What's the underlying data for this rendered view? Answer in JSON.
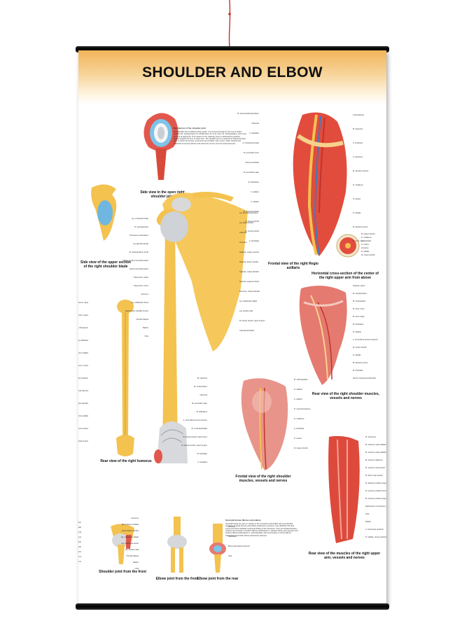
{
  "poster": {
    "title": "SHOULDER AND ELBOW",
    "colors": {
      "bone": "#f3c24f",
      "muscle": "#d8493a",
      "cartilage": "#6fb6e0",
      "ligament": "#d9d9d9",
      "header": "#f2b45a"
    }
  },
  "captions": {
    "joint_section": "Side view in the open right shoulder joint",
    "scapula": "Side view of the upper section of the right shoulder blade",
    "humerus": "Rear view of the right humerus",
    "axilla": "Frontal view of the right Regio axillaris",
    "cross_section": "Horizontal cross-section of the center of the right upper arm from above",
    "rear_muscles": "Rear view of the right shoulder muscles, vessels and nerves",
    "front_muscles": "Frontal view of the right shoulder muscles, vessels and nerves",
    "forearm": "Rear view of the muscles of the right upper arm, vessels and nerves",
    "joint_front": "Shoulder joint from the front",
    "elbow_front": "Elbow joint from the front",
    "elbow_rear": "Elbow joint from the rear"
  },
  "texts": {
    "mechanism_title": "Mechanism of the shoulder joint",
    "mechanism_body": "The shoulder joint is lacking a bony guide. It is secured primarily by the cup of rotator muscles (M. supraspinatus, M. infraspinatus, M. teres minor, M. subscapularis), and is less secured by ligaments. This causes it to be relatively prone to dislocations (luxation), usually towards the front or lower front. The shoulder joint is a spheroid or ball-and-socket joint, in which the primary movements are possible: raise, lower, rotate, forward and backward movement (flexion and extension) occurs over the transversal axis.",
    "bursae_title": "Synovial bursae (Bursa synoviales)",
    "bursae_body": "Synovial bursae are sacs or cavities in the connective tissue filled with synovial fluid (synovia). In areas that are particularly burdened by pressure, they distribute this fluid evenly and hence facilitate reciprocal shifting of the structures. They are located between: tendons and muscles or tendons (Bursa subtendinea m. latissimi dorsi); joint capsules and tendons (Bursa subtendinea m. subscapularis); skin and tendons or bones (Bursa subcutanea acromialis, Bursa subcutanea olecrani)."
  },
  "labels": {
    "main_left": [
      "Lig. coracoacromiale",
      "M. supraspinatus",
      "Processus coracoideus",
      "Lig. glenohumerale",
      "M. subscapularis, tendo",
      "Vagina tendinis intertubercularis",
      "Sulcus intertubercularis",
      "Tuberculum majus",
      "Tuberculum minus",
      "Humerus",
      "Lig. collaterale ulnare",
      "Epicondylus medialis humeri",
      "Chorda obliqua",
      "Radius",
      "Ulna"
    ],
    "main_right": [
      "Lig. acromioclaviculare",
      "Lig. trapezoideum",
      "Clavicula",
      "Acromion",
      "Scapula, margo superior",
      "Scapula, facies costalis",
      "Scapula, margo lateralis",
      "Scapula, angulus inferior",
      "Humerus, margo lateralis",
      "Lig. collaterale radiale",
      "Lig. anulare radii",
      "M. biceps brachii, caput longum",
      "Capsula articularis"
    ],
    "humerus": [
      "Humerus, caput",
      "Tuberculum majus",
      "Collum chirurgicum",
      "Tuberositas deltoidea",
      "Sulcus nervi radialis",
      "Humerus, corpus",
      "Humerus, facies posterior",
      "Fossa olecrani",
      "Epicondylus lateralis",
      "Epicondylus medialis",
      "Sulcus nervi ulnaris",
      "Trochlea humeri"
    ],
    "axilla_left": [
      "M. sternocleidomastoideus",
      "Clavicula",
      "V. cephalica",
      "A. thoracoacromialis",
      "M. pectoralis minor",
      "Plexus brachialis",
      "M. pectoralis major",
      "M. deltoideus",
      "V. axillaris",
      "A. axillaris",
      "M. coracobrachialis",
      "M. biceps brachii",
      "M. triceps brachii",
      "A. brachialis"
    ],
    "axilla_right": [
      "Costa (Rippe)",
      "M. trapezius",
      "A. subclavia",
      "V. subclavia",
      "M. serratus anterior",
      "N. medianus",
      "N. ulnaris",
      "N. radialis",
      "M. latissimus dorsi",
      "M. teres major"
    ],
    "cross": [
      "M. biceps brachii",
      "N. medianus",
      "A. brachialis",
      "N. ulnaris",
      "Humerus",
      "N. radialis",
      "M. triceps brachii"
    ],
    "rear_right": [
      "Scapula, spina",
      "M. supraspinatus",
      "M. infraspinatus",
      "M. teres minor",
      "M. teres major",
      "M. deltoideus",
      "N. axillaris",
      "A. circumflexa humeri posterior",
      "M. triceps brachii",
      "N. radialis",
      "M. latissimus dorsi",
      "M. brachialis",
      "Nervus cutaneus antebrachii"
    ],
    "front_left": [
      "M. trapezius",
      "M. omohyoideus",
      "Clavicula",
      "M. pectoralis major",
      "M. deltoideus",
      "A. circumflexa humeri anterior",
      "M. coracobrachialis",
      "M. biceps brachii, caput breve",
      "M. biceps brachii, caput longum",
      "M. brachialis",
      "V. cephalica"
    ],
    "front_right": [
      "M. subscapularis",
      "N. axillaris",
      "A. axillaris",
      "N. musculocutaneus",
      "N. medianus",
      "A. brachialis",
      "N. ulnaris",
      "M. triceps brachii"
    ],
    "forearm": [
      "M. anconeus",
      "M. extensor carpi radialis longus",
      "M. extensor carpi radialis brevis",
      "M. extensor digitorum",
      "M. extensor carpi ulnaris",
      "M. flexor carpi ulnaris",
      "M. abductor pollicis longus",
      "M. extensor pollicis brevis",
      "M. extensor pollicis longus",
      "Retinaculum musculorum extensorum",
      "Ulna",
      "Radius",
      "A. interossea posterior",
      "N. radialis, ramus profundus"
    ],
    "joint_front": [
      "Acromion",
      "Lig. coracoacromiale",
      "Clavicula",
      "Processus coracoideus",
      "Bursa subdeltoidea",
      "Lig. glenohumerale",
      "Capsula articularis",
      "Tuberculum minus",
      "Humerus"
    ],
    "elbow_front": [
      "Humerus",
      "Epicondylus medialis",
      "Epicondylus lateralis",
      "Lig. collaterale radiale",
      "Lig. collaterale ulnare",
      "Lig. anulare radii",
      "Chorda obliqua",
      "Radius",
      "Ulna"
    ],
    "elbow_rear": [
      "Humerus",
      "Olecranon",
      "Bursa subcutanea olecrani",
      "Ulna"
    ]
  }
}
